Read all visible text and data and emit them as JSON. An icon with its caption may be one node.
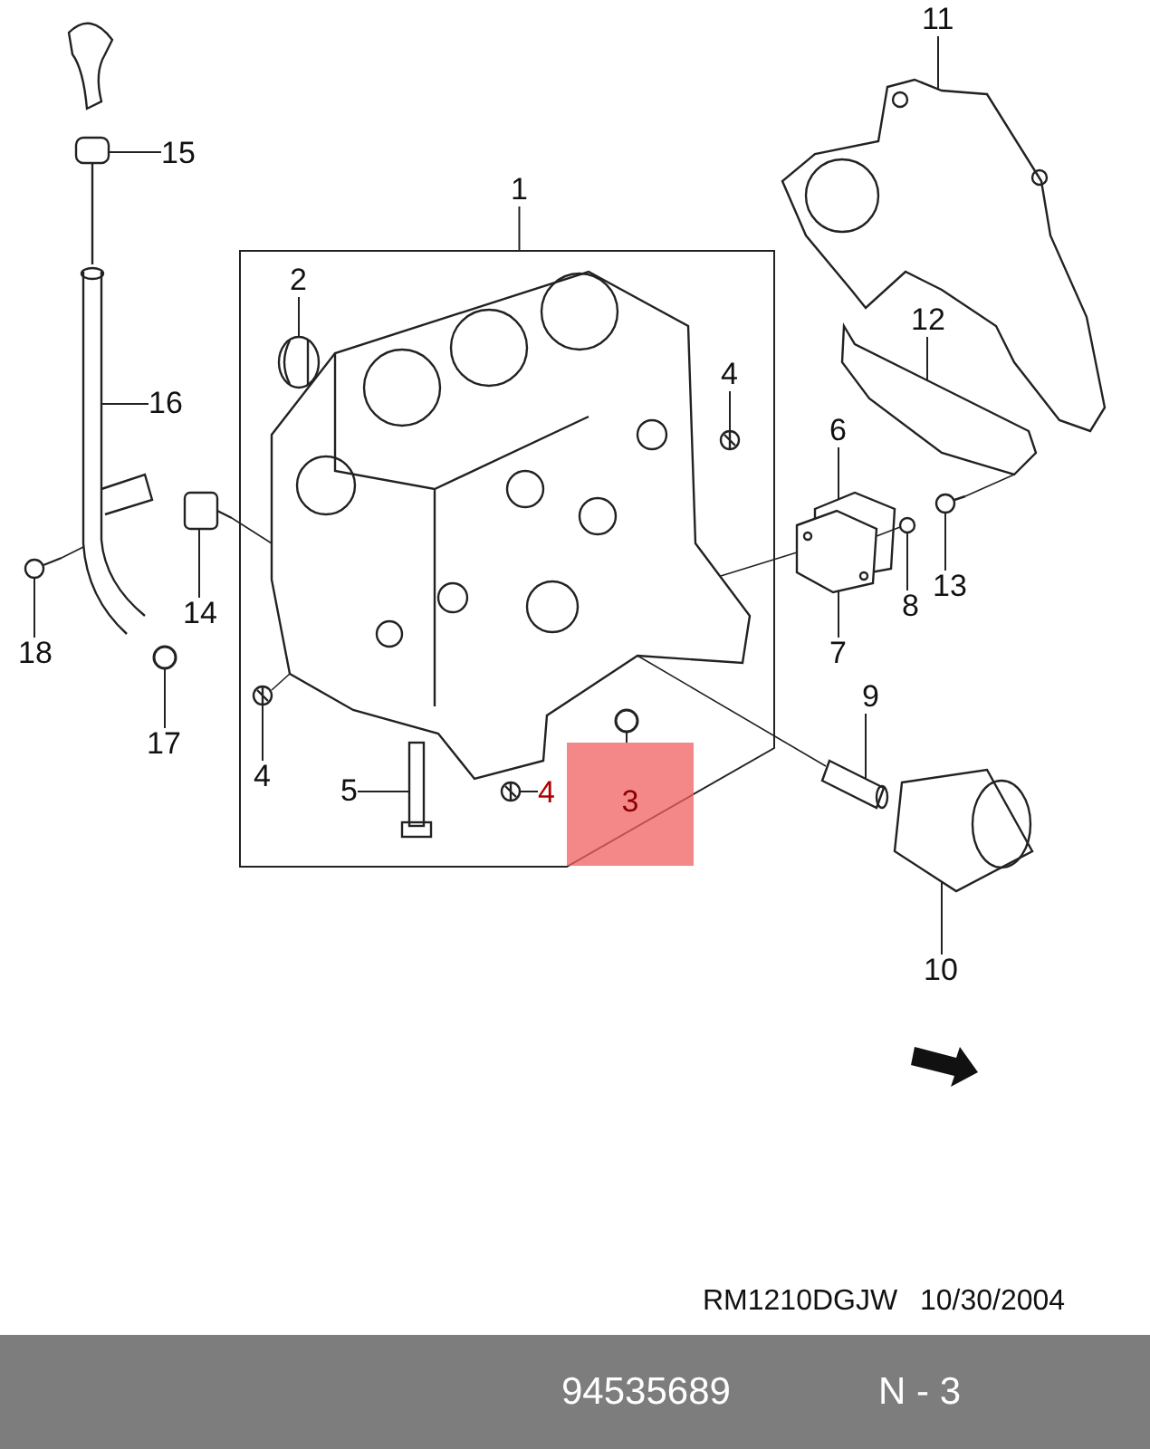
{
  "diagram": {
    "nodes": [
      {
        "text": [
          "11"
        ]
      },
      {
        "text": [
          "15"
        ]
      },
      {
        "text": [
          "1"
        ]
      },
      {
        "text": [],
        "shape": "box"
      },
      {
        "text": [
          "2"
        ],
        "in": 3
      },
      {
        "text": [
          "12"
        ]
      },
      {
        "text": [
          "16"
        ]
      },
      {
        "text": [
          "4"
        ],
        "in": 3
      },
      {
        "text": [
          "6"
        ]
      },
      {
        "text": [
          "14"
        ]
      },
      {
        "text": [
          "13"
        ]
      },
      {
        "text": [
          "8"
        ]
      },
      {
        "text": [
          "18"
        ]
      },
      {
        "text": [
          "7"
        ]
      },
      {
        "text": [
          "17"
        ]
      },
      {
        "text": [
          "9"
        ]
      },
      {
        "text": [
          "4"
        ],
        "in": 3
      },
      {
        "text": [
          "5"
        ],
        "in": 3
      },
      {
        "text": [
          "4"
        ],
        "in": 3
      },
      {
        "text": [
          "3"
        ],
        "in": 3
      },
      {
        "text": [
          "10"
        ]
      },
      {
        "text": [],
        "shape": "picture"
      },
      {
        "text": [],
        "shape": "picture"
      },
      {
        "text": [],
        "shape": "picture",
        "in": 3
      },
      {
        "text": [],
        "shape": "picture"
      },
      {
        "text": [],
        "shape": "picture"
      },
      {
        "text": [],
        "shape": "picture",
        "in": 3
      },
      {
        "text": [],
        "shape": "picture"
      },
      {
        "text": [],
        "shape": "picture"
      },
      {
        "text": [],
        "shape": "picture"
      },
      {
        "text": [],
        "shape": "picture"
      },
      {
        "text": [],
        "shape": "picture"
      },
      {
        "text": [],
        "shape": "picture"
      },
      {
        "text": [],
        "shape": "picture"
      },
      {
        "text": [],
        "shape": "picture"
      },
      {
        "text": [],
        "shape": "picture",
        "in": 3
      },
      {
        "text": [],
        "shape": "picture",
        "in": 3
      },
      {
        "text": [],
        "shape": "picture",
        "in": 3
      },
      {
        "text": [],
        "shape": "picture",
        "in": 3
      },
      {
        "text": [],
        "shape": "picture"
      },
      {
        "text": [],
        "shape": "picture",
        "in": 3
      }
    ],
    "edges": [
      {
        "from": 0,
        "to": 21,
        "arrow": "none"
      },
      {
        "from": 1,
        "to": 22,
        "arrow": "none"
      },
      {
        "from": 2,
        "to": 3,
        "arrow": "none"
      },
      {
        "from": 4,
        "to": 23,
        "arrow": "none"
      },
      {
        "from": 5,
        "to": 24,
        "arrow": "none"
      },
      {
        "from": 6,
        "to": 25,
        "arrow": "none"
      },
      {
        "from": 7,
        "to": 26,
        "arrow": "none"
      },
      {
        "from": 8,
        "to": 27,
        "arrow": "none"
      },
      {
        "from": 9,
        "to": 28,
        "arrow": "none"
      },
      {
        "from": 10,
        "to": 29,
        "arrow": "none"
      },
      {
        "from": 11,
        "to": 30,
        "arrow": "none"
      },
      {
        "from": 12,
        "to": 31,
        "arrow": "none"
      },
      {
        "from": 13,
        "to": 32,
        "arrow": "none"
      },
      {
        "from": 14,
        "to": 33,
        "arrow": "none"
      },
      {
        "from": 15,
        "to": 34,
        "arrow": "none"
      },
      {
        "from": 16,
        "to": 35,
        "arrow": "none"
      },
      {
        "from": 17,
        "to": 36,
        "arrow": "none"
      },
      {
        "from": 18,
        "to": 37,
        "arrow": "none"
      },
      {
        "from": 19,
        "to": 38,
        "arrow": "none"
      },
      {
        "from": 20,
        "to": 39,
        "arrow": "none"
      },
      {
        "from": 28,
        "to": 40,
        "arrow": "none"
      },
      {
        "from": 31,
        "to": 25,
        "arrow": "none"
      },
      {
        "from": 32,
        "to": 40,
        "arrow": "none"
      },
      {
        "from": 30,
        "to": 32,
        "arrow": "none"
      },
      {
        "from": 29,
        "to": 24,
        "arrow": "none"
      },
      {
        "from": 34,
        "to": 40,
        "arrow": "none"
      },
      {
        "from": 35,
        "to": 40,
        "arrow": "none"
      }
    ],
    "labels": [
      "RM1210DGJW",
      "10/30/2004",
      "94535689",
      "N - 3"
    ]
  }
}
